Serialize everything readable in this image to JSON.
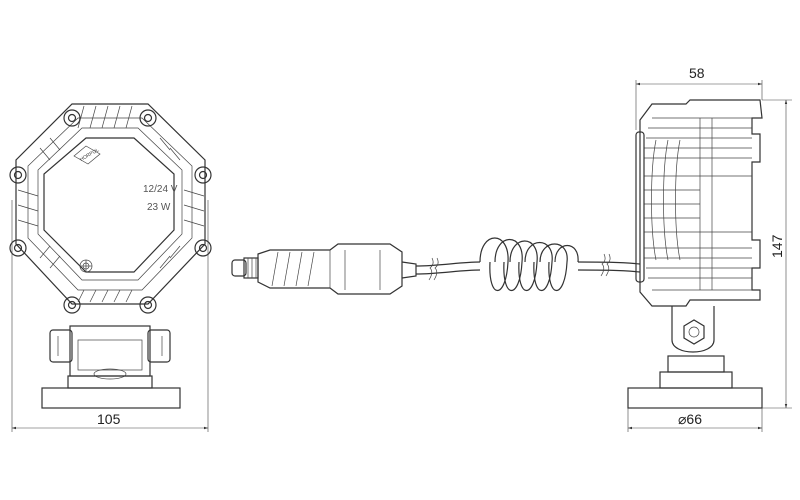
{
  "dimensions": {
    "front_width": "105",
    "side_width": "58",
    "side_height": "147",
    "base_diameter": "⌀66"
  },
  "label": {
    "voltage": "12/24 V",
    "power": "23 W",
    "brand": "HORPOL"
  }
}
